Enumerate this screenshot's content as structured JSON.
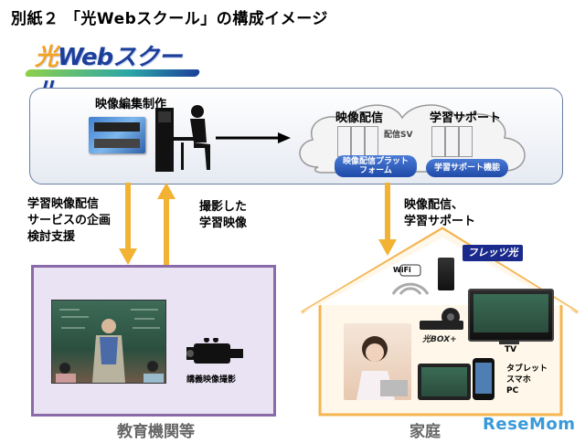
{
  "title": "別紙２ 「光Webスクール」の構成イメージ",
  "logo": {
    "text_part1": "光",
    "text_part2": "Webスクール"
  },
  "top_section": {
    "production_label": "映像編集制作",
    "delivery_label": "映像配信",
    "support_label": "学習サポート",
    "server_label": "配信SV",
    "platform_label": "映像配信プラット\nフォーム",
    "support_function_label": "学習サポート機能"
  },
  "arrows": {
    "left_down_label": "学習映像配信\nサービスの企画\n検討支援",
    "left_up_label": "撮影した\n学習映像",
    "right_down_label": "映像配信、\n学習サポート"
  },
  "education": {
    "label": "教育機関等",
    "camera_label": "講義映像撮影"
  },
  "home": {
    "label": "家庭",
    "flets_logo": "フレッツ光",
    "wifi_label": "WiFi",
    "box_label": "光BOX+",
    "tv_label": "TV",
    "devices_label": "タブレット\nスマホ\nPC"
  },
  "watermark": "ReseMom",
  "colors": {
    "education_border": "#8a6aa8",
    "education_fill": "#e9e3f3",
    "house_outline": "#f4b552",
    "arrow_orange": "#f2b233",
    "pill_blue": "#1e4aa8"
  }
}
